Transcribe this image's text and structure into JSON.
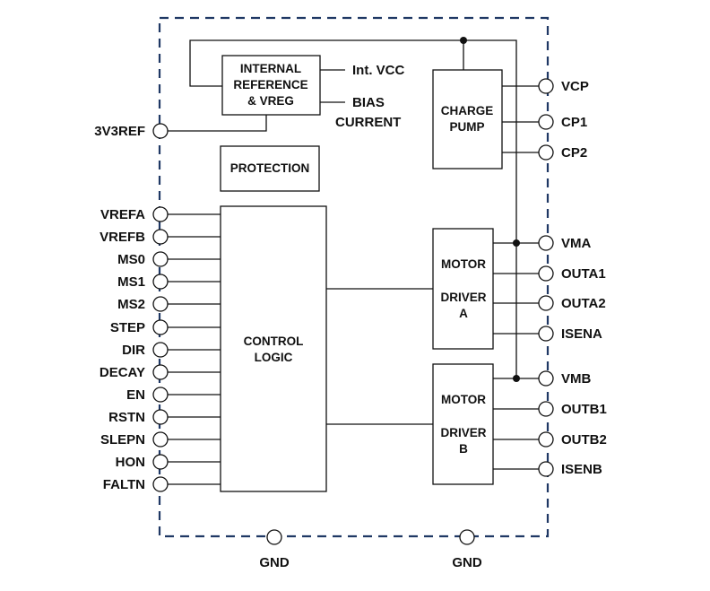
{
  "blocks": {
    "internal_reference": [
      "INTERNAL",
      "REFERENCE",
      "& VREG"
    ],
    "protection": [
      "PROTECTION"
    ],
    "charge_pump": [
      "CHARGE",
      "PUMP"
    ],
    "control_logic": [
      "CONTROL",
      "LOGIC"
    ],
    "motor_driver_a": [
      "MOTOR",
      "",
      "DRIVER",
      "A"
    ],
    "motor_driver_b": [
      "MOTOR",
      "",
      "DRIVER",
      "B"
    ]
  },
  "signals": {
    "int_vcc": "Int. VCC",
    "bias_current": [
      "BIAS",
      "CURRENT"
    ]
  },
  "pins": {
    "ref": "3V3REF",
    "left": [
      "VREFA",
      "VREFB",
      "MS0",
      "MS1",
      "MS2",
      "STEP",
      "DIR",
      "DECAY",
      "EN",
      "RSTN",
      "SLEPN",
      "HON",
      "FALTN"
    ],
    "charge_pump": [
      "VCP",
      "CP1",
      "CP2"
    ],
    "driver_a": [
      "VMA",
      "OUTA1",
      "OUTA2",
      "ISENA"
    ],
    "driver_b": [
      "VMB",
      "OUTB1",
      "OUTB2",
      "ISENB"
    ],
    "ground": [
      "GND",
      "GND"
    ]
  },
  "colors": {
    "border": "#1f3864",
    "line": "#111111"
  }
}
